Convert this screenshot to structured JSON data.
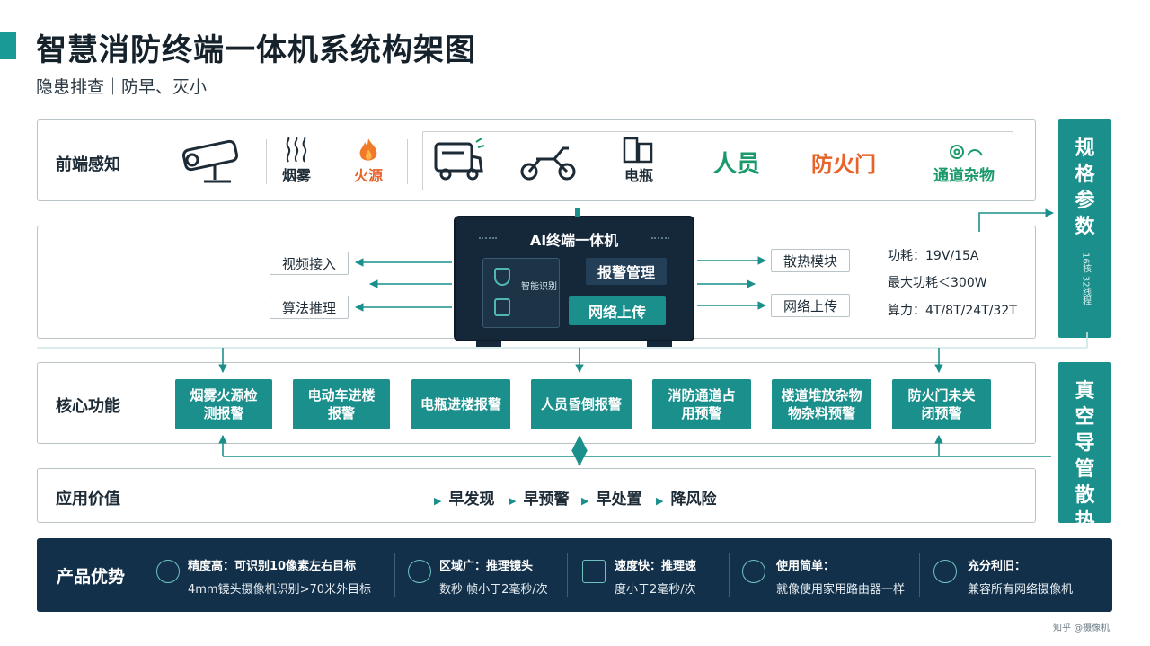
{
  "header": {
    "title": "智慧消防终端一体机系统构架图",
    "subtitle": "隐患排查｜防早、灭小"
  },
  "sensing": {
    "label": "前端感知",
    "items": [
      {
        "icon": "camera-icon",
        "text": ""
      },
      {
        "icon": "smoke-icon",
        "text": "烟雾"
      },
      {
        "icon": "fire-icon",
        "text": "火源"
      },
      {
        "icon": "truck-icon",
        "text": ""
      },
      {
        "icon": "ebike-icon",
        "text": ""
      },
      {
        "icon": "battery-icon",
        "text": "电瓶"
      },
      {
        "icon": "person-icon",
        "text": "人员"
      },
      {
        "icon": "firedoor-icon",
        "text": "防火门"
      },
      {
        "icon": "gear-icon",
        "text": "通道杂物"
      }
    ]
  },
  "device": {
    "title": "AI终端一体机",
    "screen_text": "智能识别",
    "tag_alarm": "报警管理",
    "tag_upload": "网络上传",
    "left_labels": [
      "视频接入",
      "算法推理"
    ],
    "right_labels": [
      "散热模块",
      "网络上传"
    ]
  },
  "specs": [
    "功耗：19V/15A",
    "最大功耗＜300W",
    "算力：4T/8T/24T/32T"
  ],
  "side": {
    "spec_box": [
      "规",
      "格",
      "参",
      "数"
    ],
    "spec_box_small": "16核 32线程",
    "cooling_box": [
      "真",
      "空",
      "导",
      "管",
      "散",
      "热"
    ]
  },
  "core": {
    "label": "核心功能",
    "functions": [
      [
        "烟雾火源检",
        "测报警"
      ],
      [
        "电动车进楼",
        "报警"
      ],
      [
        "电瓶进楼报警"
      ],
      [
        "人员昏倒报警"
      ],
      [
        "消防通道占",
        "用预警"
      ],
      [
        "楼道堆放杂物",
        "物杂料预警"
      ],
      [
        "防火门未关",
        "闭预警"
      ]
    ]
  },
  "value": {
    "label": "应用价值",
    "items": [
      "早发现",
      "早预警",
      "早处置",
      "降风险"
    ]
  },
  "advantages": {
    "label": "产品优势",
    "items": [
      {
        "icon": "location-icon",
        "head": "精度高：可识别10像素左右目标",
        "desc": "4mm镜头摄像机识别>70米外目标"
      },
      {
        "icon": "chip-icon",
        "head": "区域广：推理镜头",
        "desc": "数秒 帧小于2毫秒/次"
      },
      {
        "icon": "image-icon",
        "head": "速度快：推理速",
        "desc": "度小于2毫秒/次"
      },
      {
        "icon": "home-icon",
        "head": "使用简单：",
        "desc": "就像使用家用路由器一样"
      },
      {
        "icon": "link-icon",
        "head": "充分利旧：",
        "desc": "兼容所有网络摄像机"
      }
    ]
  },
  "watermark": "知乎 @摄像机",
  "colors": {
    "teal": "#1a8f8c",
    "navy": "#13304a",
    "orange": "#e8632a",
    "green": "#1a9a6a"
  }
}
